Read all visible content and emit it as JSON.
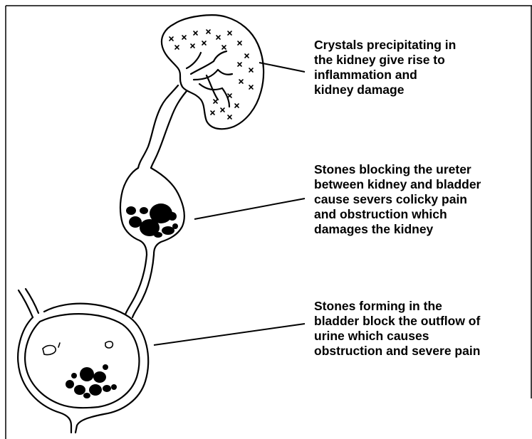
{
  "captions": {
    "kidney": [
      "Crystals precipitating in",
      "the kidney give rise to",
      "inflammation and",
      "kidney damage"
    ],
    "ureter": [
      "Stones blocking the ureter",
      "between kidney and bladder",
      "cause severs colicky pain",
      "and obstruction which",
      "damages the kidney"
    ],
    "bladder": [
      "Stones forming in the",
      "bladder block the outflow of",
      "urine which causes",
      "obstruction and severe pain"
    ]
  },
  "colors": {
    "ink": "#000000",
    "background": "#ffffff"
  }
}
